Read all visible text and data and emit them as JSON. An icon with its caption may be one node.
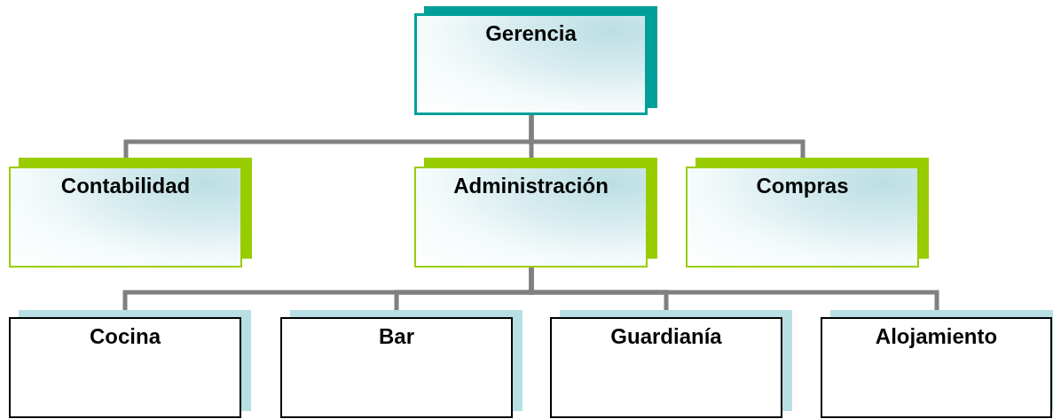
{
  "diagram": {
    "nodes": [
      {
        "text": [
          "Gerencia"
        ]
      },
      {
        "text": [
          "Contabilidad"
        ]
      },
      {
        "text": [
          "Administración"
        ]
      },
      {
        "text": [
          "Compras"
        ]
      },
      {
        "text": [
          "Cocina"
        ]
      },
      {
        "text": [
          "Bar"
        ]
      },
      {
        "text": [
          "Guardianía"
        ]
      },
      {
        "text": [
          "Alojamiento"
        ]
      }
    ],
    "edges": [
      {
        "from": 0,
        "to": 1,
        "arrow": "none"
      },
      {
        "from": 0,
        "to": 2,
        "arrow": "none"
      },
      {
        "from": 0,
        "to": 3,
        "arrow": "none"
      },
      {
        "from": 2,
        "to": 4,
        "arrow": "none"
      },
      {
        "from": 2,
        "to": 5,
        "arrow": "none"
      },
      {
        "from": 2,
        "to": 6,
        "arrow": "none"
      },
      {
        "from": 2,
        "to": 7,
        "arrow": "none"
      }
    ]
  }
}
